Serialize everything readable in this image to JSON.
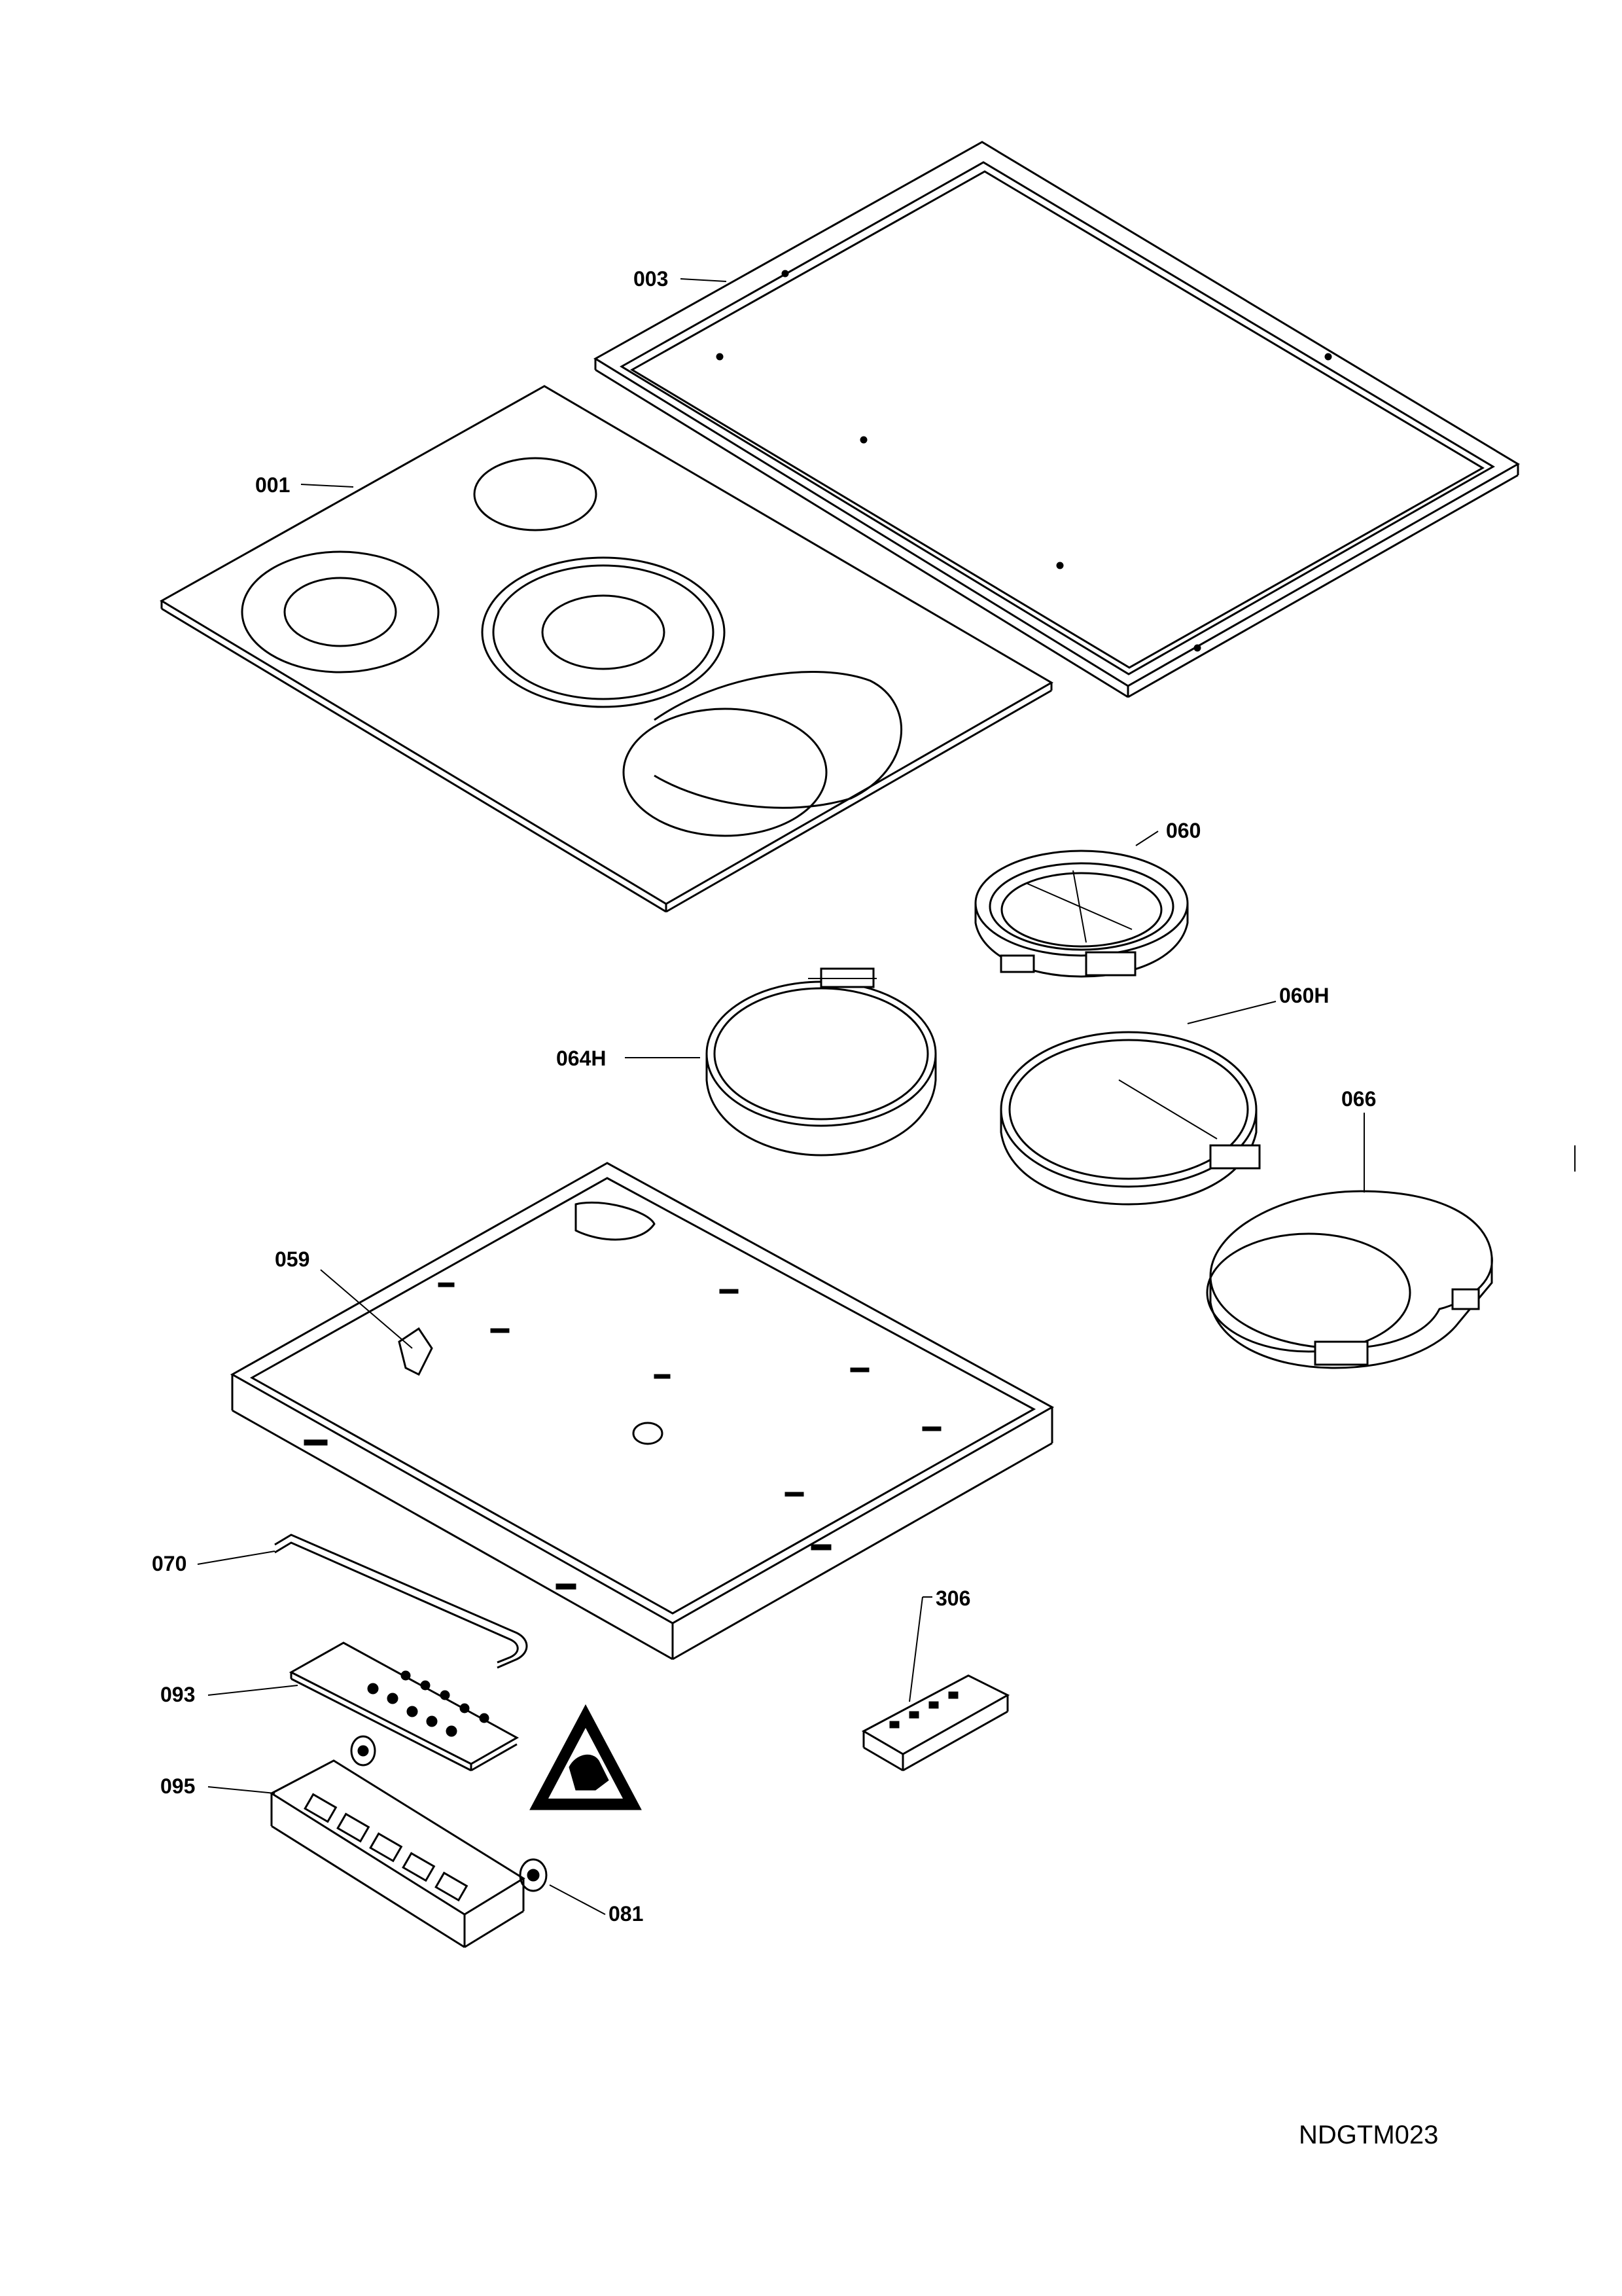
{
  "diagram": {
    "labels": {
      "p003": "003",
      "p001": "001",
      "p060": "060",
      "p064H": "064H",
      "p060H": "060H",
      "p066": "066",
      "p059": "059",
      "p070": "070",
      "p306": "306",
      "p093": "093",
      "p095": "095",
      "p081": "081"
    },
    "drawing_code": "NDGTM023",
    "warning_symbol": "esd-warning-triangle-icon"
  }
}
